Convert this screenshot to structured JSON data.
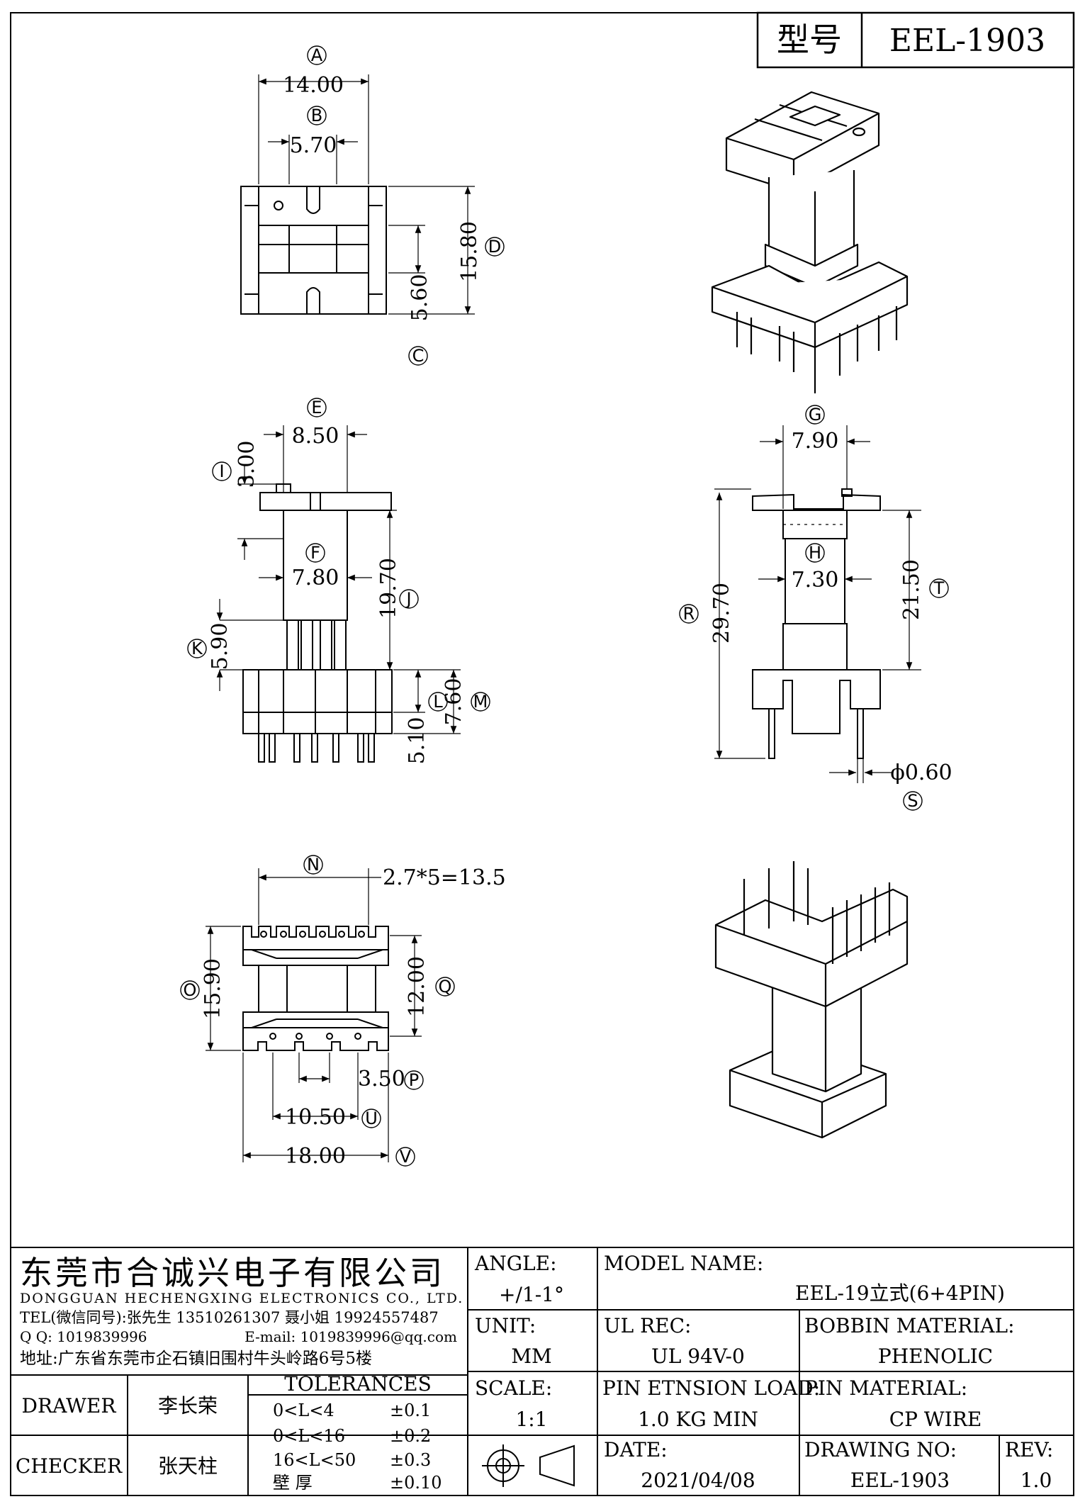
{
  "model_header": {
    "label": "型号",
    "value": "EEL-1903"
  },
  "views": {
    "top": {
      "dims": [
        "14.00",
        "5.70",
        "15.80",
        "5.60"
      ],
      "markers": [
        "A",
        "B",
        "D",
        "C"
      ]
    },
    "side": {
      "dims": [
        "8.50",
        "3.00",
        "7.80",
        "19.70",
        "5.90",
        "7.60",
        "5.10"
      ],
      "markers": [
        "E",
        "I",
        "F",
        "J",
        "K",
        "L",
        "M"
      ]
    },
    "front": {
      "dims": [
        "7.90",
        "7.30",
        "29.70",
        "21.50",
        "ϕ0.60"
      ],
      "markers": [
        "G",
        "H",
        "R",
        "T",
        "S"
      ]
    },
    "bottom": {
      "dims": [
        "2.7*5=13.5",
        "15.90",
        "12.00",
        "3.50",
        "10.50",
        "18.00"
      ],
      "markers": [
        "N",
        "O",
        "Q",
        "P",
        "U",
        "V"
      ]
    }
  },
  "company": {
    "name_cn": "东莞市合诚兴电子有限公司",
    "name_en": "DONGGUAN HECHENGXING ELECTRONICS CO., LTD.",
    "tel": "TEL(微信同号):张先生 13510261307 聂小姐 19924557487",
    "qq": "Q Q: 1019839996",
    "email": "E-mail: 1019839996@qq.com",
    "address": "地址:广东省东莞市企石镇旧围村牛头岭路6号5楼"
  },
  "title_block": {
    "angle_label": "ANGLE:",
    "angle_value": "+/1-1°",
    "unit_label": "UNIT:",
    "unit_value": "MM",
    "scale_label": "SCALE:",
    "scale_value": "1:1",
    "model_name_label": "MODEL NAME:",
    "model_name_value": "EEL-19立式(6+4PIN)",
    "ul_label": "UL REC:",
    "ul_value": "UL 94V-0",
    "bobbin_label": "BOBBIN MATERIAL:",
    "bobbin_value": "PHENOLIC",
    "pin_load_label": "PIN ETNSION LOAD:",
    "pin_load_value": "1.0 KG MIN",
    "pin_material_label": "PIN MATERIAL:",
    "pin_material_value": "CP WIRE",
    "date_label": "DATE:",
    "date_value": "2021/04/08",
    "drawing_no_label": "DRAWING NO:",
    "drawing_no_value": "EEL-1903",
    "rev_label": "REV:",
    "rev_value": "1.0",
    "drawer_label": "DRAWER",
    "drawer_value": "李长荣",
    "checker_label": "CHECKER",
    "checker_value": "张天柱",
    "tolerances_label": "TOLERANCES",
    "tolerances": [
      {
        "range": "0<L<4",
        "value": "±0.1"
      },
      {
        "range": "0<L<16",
        "value": "±0.2"
      },
      {
        "range": "16<L<50",
        "value": "±0.3"
      },
      {
        "range": "壁  厚",
        "value": "±0.10"
      }
    ]
  }
}
